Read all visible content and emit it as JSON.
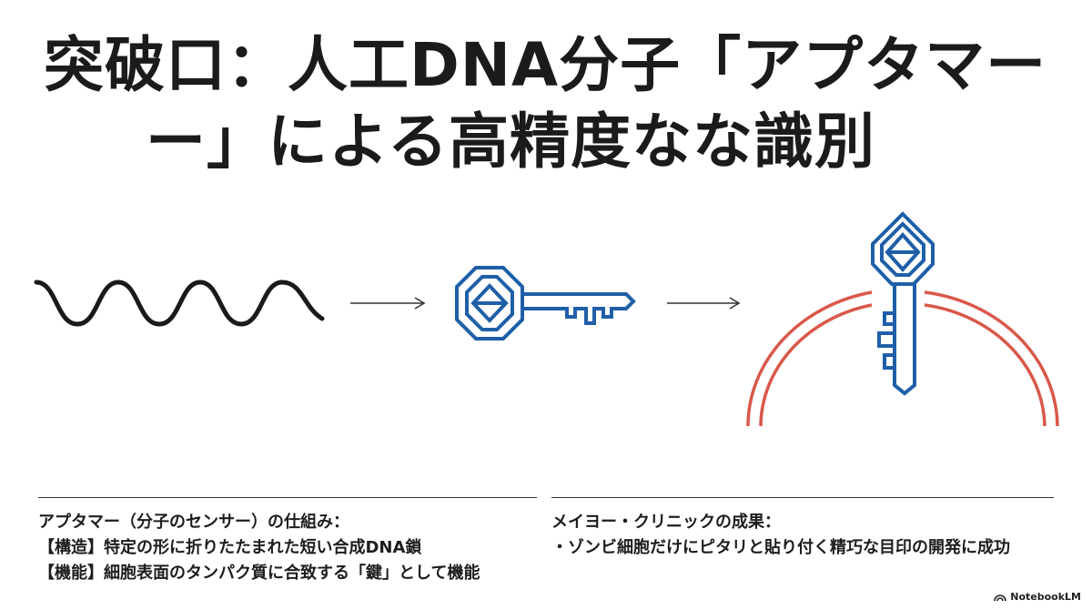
{
  "title": {
    "line1": "突破口：人工DNA分子「アプタマー",
    "line2": "ー」による高精度なな識別"
  },
  "illustration": {
    "colors": {
      "ink": "#1a1a1a",
      "key_blue": "#1f5fa8",
      "membrane_red": "#d9584a",
      "arrow": "#333333"
    },
    "icons": [
      "dna-strand-wave",
      "arrow-right",
      "key",
      "arrow-right",
      "key-in-cell-membrane"
    ]
  },
  "left_panel": {
    "heading": "アプタマー（分子のセンサー）の仕組み：",
    "line1": "【構造】特定の形に折りたたまれた短い合成DNA鎖",
    "line2": "【機能】細胞表面のタンパク質に合致する「鍵」として機能"
  },
  "right_panel": {
    "heading": "メイヨー・クリニックの成果：",
    "line1": "・ゾンビ細胞だけにピタリと貼り付く精巧な目印の開発に成功"
  },
  "brand": {
    "label": "NotebookLM",
    "icon": "notebooklm-logo-icon"
  }
}
